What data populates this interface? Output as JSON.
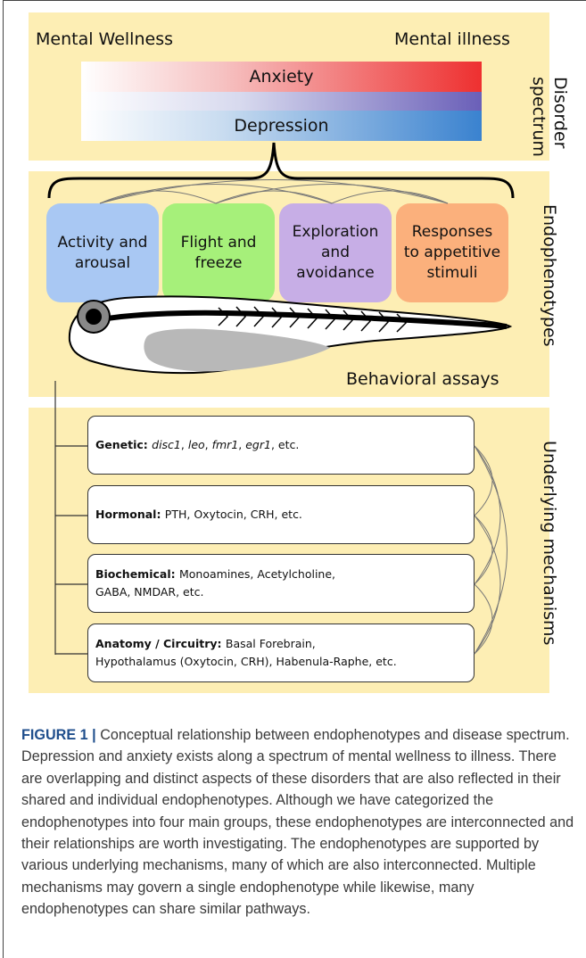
{
  "spectrum": {
    "left_label": "Mental Wellness",
    "right_label": "Mental illness",
    "anxiety": "Anxiety",
    "depression": "Depression",
    "side_label": [
      "Disorder",
      "spectrum"
    ]
  },
  "endophenotypes": {
    "boxes": [
      {
        "label": [
          "Activity and",
          "arousal"
        ],
        "color": "#a9c8f3"
      },
      {
        "label": [
          "Flight and",
          "freeze"
        ],
        "color": "#a6f07a"
      },
      {
        "label": [
          "Exploration",
          "and",
          "avoidance"
        ],
        "color": "#c7aee6"
      },
      {
        "label": [
          "Responses",
          "to appetitive",
          "stimuli"
        ],
        "color": "#fbb07c"
      }
    ],
    "assays_label": "Behavioral assays",
    "side_label": "Endophenotypes"
  },
  "mechanisms": {
    "side_label": "Underlying mechanisms",
    "items": [
      {
        "heading": "Genetic:",
        "lines": [
          [
            {
              "t": "disc1",
              "i": true
            },
            {
              "t": ", ",
              "i": false
            },
            {
              "t": "leo",
              "i": true
            },
            {
              "t": ", ",
              "i": false
            },
            {
              "t": "fmr1",
              "i": true
            },
            {
              "t": ", ",
              "i": false
            },
            {
              "t": "egr1",
              "i": true
            },
            {
              "t": ", etc.",
              "i": false
            }
          ]
        ]
      },
      {
        "heading": "Hormonal:",
        "lines": [
          [
            {
              "t": "PTH, Oxytocin, CRH, etc.",
              "i": false
            }
          ]
        ]
      },
      {
        "heading": "Biochemical:",
        "lines": [
          [
            {
              "t": "Monoamines, Acetylcholine,",
              "i": false
            }
          ],
          [
            {
              "t": "GABA, NMDAR, etc.",
              "i": false
            }
          ]
        ]
      },
      {
        "heading": "Anatomy / Circuitry:",
        "lines": [
          [
            {
              "t": "Basal Forebrain,",
              "i": false
            }
          ],
          [
            {
              "t": "Hypothalamus (Oxytocin, CRH), Habenula-Raphe, etc.",
              "i": false
            }
          ]
        ]
      }
    ]
  },
  "caption": {
    "figure_label": "FIGURE 1 |",
    "text": "Conceptual relationship between endophenotypes and disease spectrum. Depression and anxiety exists along a spectrum of mental wellness to illness. There are overlapping and distinct aspects of these disorders that are also reflected in their shared and individual endophenotypes. Although we have categorized the endophenotypes into four main groups, these endophenotypes are interconnected and their relationships are worth investigating. The endophenotypes are supported by various underlying mechanisms, many of which are also interconnected. Multiple mechanisms may govern a single endophenotype while likewise, many endophenotypes can share similar pathways."
  }
}
